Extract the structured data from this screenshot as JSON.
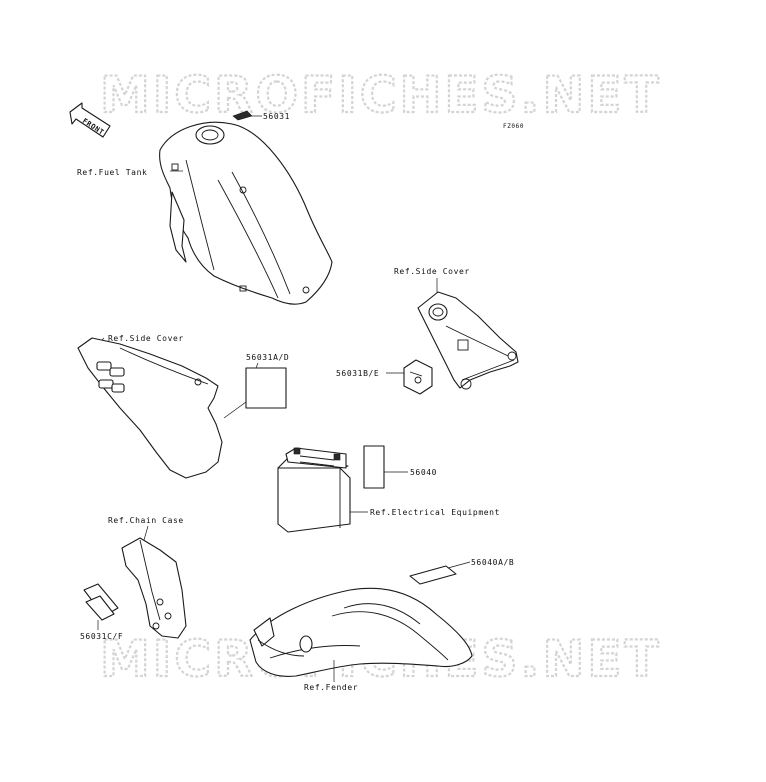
{
  "watermark": {
    "top": "MICROFICHES.NET",
    "bottom": "MICROFICHES.NET"
  },
  "diagram_code": "FZ060",
  "front_arrow": {
    "label": "FRONT",
    "icon": "front-arrow-icon"
  },
  "labels": {
    "p56031": "56031",
    "ref_fuel_tank": "Ref.Fuel Tank",
    "ref_side_cover_right": "Ref.Side Cover",
    "ref_side_cover_left": "Ref.Side Cover",
    "p56031AD": "56031A/D",
    "p56031BE": "56031B/E",
    "p56040": "56040",
    "ref_electrical_equipment": "Ref.Electrical Equipment",
    "ref_chain_case": "Ref.Chain Case",
    "p56040AB": "56040A/B",
    "p56031CF": "56031C/F",
    "ref_fender": "Ref.Fender"
  }
}
